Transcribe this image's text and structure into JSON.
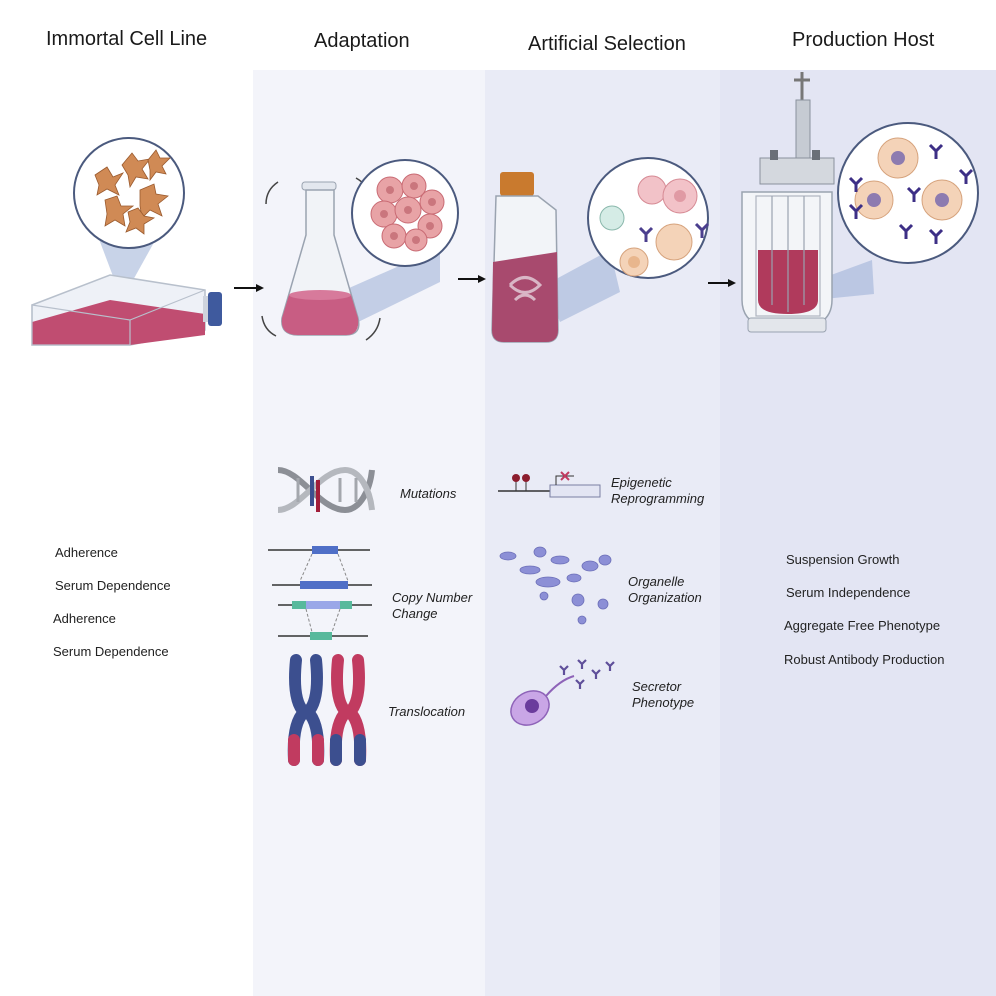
{
  "columns": {
    "immortal": {
      "title": "Immortal Cell Line"
    },
    "adaptation": {
      "title": "Adaptation"
    },
    "selection": {
      "title": "Artificial Selection"
    },
    "host": {
      "title": "Production Host"
    }
  },
  "immortal_traits": [
    "Adherence",
    "Serum Dependence",
    "Adherence",
    "Serum Dependence"
  ],
  "adaptation_mechanisms": {
    "mutations": {
      "line1": "Mutations"
    },
    "copy_number": {
      "line1": "Copy Number",
      "line2": "Change"
    },
    "translocation": {
      "line1": "Translocation"
    }
  },
  "selection_mechanisms": {
    "epigenetic": {
      "line1": "Epigenetic",
      "line2": "Reprogramming"
    },
    "organelle": {
      "line1": "Organelle",
      "line2": "Organization"
    },
    "secretor": {
      "line1": "Secretor",
      "line2": "Phenotype"
    }
  },
  "host_traits": [
    "Suspension Growth",
    "Serum Independence",
    "Aggregate Free Phenotype",
    "Robust Antibody Production"
  ],
  "colors": {
    "media": "#b9476a",
    "chromosome_blue": "#3c4f8f",
    "chromosome_red": "#c13b60",
    "antibody": "#4b3f8e",
    "cell_tan": "#d9a06a"
  }
}
